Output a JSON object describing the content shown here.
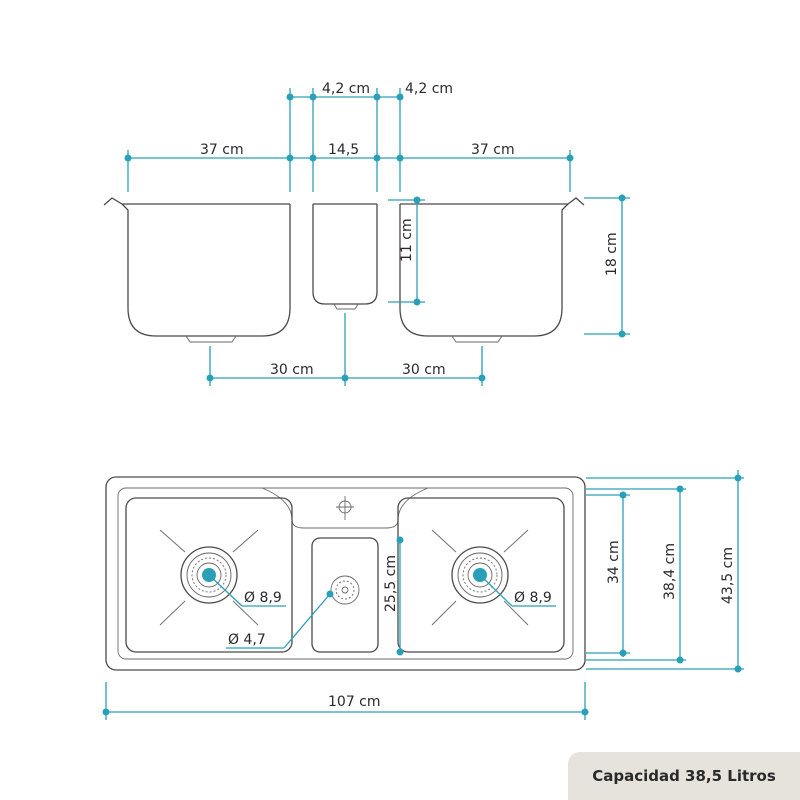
{
  "colors": {
    "accent": "#2aa0b8",
    "outline": "#4a4a4a",
    "label_bg": "#e6e2dc"
  },
  "side_view": {
    "dims": {
      "drain_wall_left": "4,2 cm",
      "drain_wall_right": "4,2 cm",
      "left_bowl_width": "37 cm",
      "center_width": "14,5",
      "right_bowl_width": "37 cm",
      "center_depth": "11 cm",
      "bowl_depth": "18 cm",
      "left_drain_offset": "30 cm",
      "right_drain_offset": "30 cm"
    }
  },
  "top_view": {
    "dims": {
      "left_drain_diameter": "Ø 8,9",
      "right_drain_diameter": "Ø 8,9",
      "center_drain_diameter": "Ø 4,7",
      "center_bowl_length": "25,5 cm",
      "bowl_length": "34 cm",
      "inner_length": "38,4 cm",
      "total_depth": "43,5 cm",
      "total_width": "107 cm"
    }
  },
  "capacity_label": "Capacidad 38,5 Litros"
}
